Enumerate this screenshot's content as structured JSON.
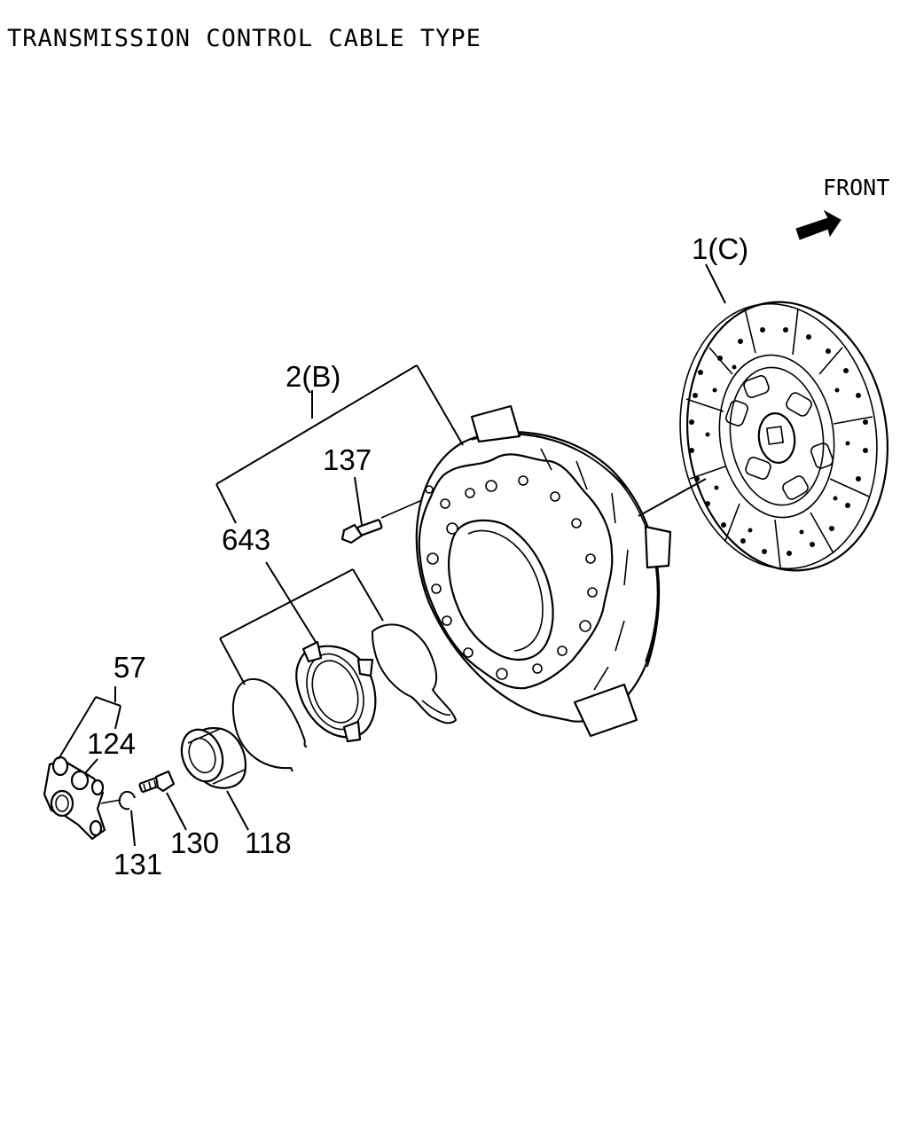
{
  "diagram": {
    "title": "TRANSMISSION CONTROL CABLE TYPE",
    "front_label": "FRONT",
    "callouts": {
      "c1": "1(C)",
      "c2": "2(B)",
      "c137": "137",
      "c643": "643",
      "c57": "57",
      "c124": "124",
      "c131": "131",
      "c130": "130",
      "c118": "118"
    },
    "icons": [
      "front-arrow-icon"
    ]
  }
}
